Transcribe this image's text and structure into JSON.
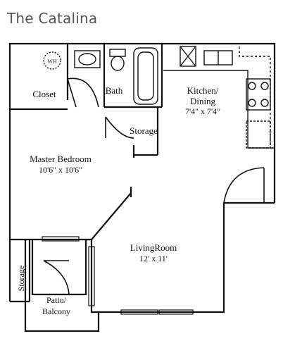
{
  "title": "The Catalina",
  "rooms": {
    "closet": "Closet",
    "bath": "Bath",
    "kitchen_line1": "Kitchen/",
    "kitchen_line2": "Dining",
    "kitchen_size": "7'4\" x 7'4\"",
    "storage_center": "Storage",
    "master_line1": "Master Bedroom",
    "master_size": "10'6\" x 10'6\"",
    "living_line1": "LivingRoom",
    "living_size": "12' x 11'",
    "storage_left": "Storage",
    "patio_line1": "Patio/",
    "patio_line2": "Balcony",
    "water_heater": "WH"
  },
  "colors": {
    "wall": "#111111",
    "title": "#555555",
    "background": "#ffffff"
  }
}
